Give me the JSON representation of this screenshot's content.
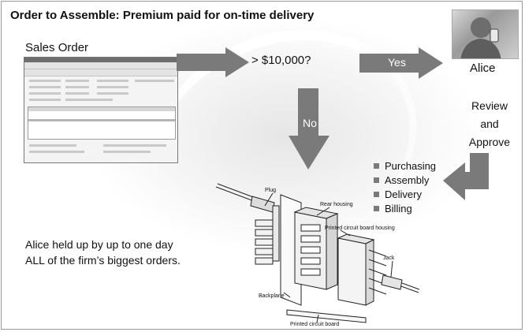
{
  "title": "Order to Assemble:  Premium paid for on-time delivery",
  "sales_order_label": "Sales Order",
  "condition": "> $10,000?",
  "yes_label": "Yes",
  "no_label": "No",
  "approver_name": "Alice",
  "review_label": [
    "Review",
    "and",
    "Approve"
  ],
  "downstream_steps": [
    "Purchasing",
    "Assembly",
    "Delivery",
    "Billing"
  ],
  "note_lines": [
    "Alice held up by up to one day",
    "ALL of the firm’s biggest orders."
  ],
  "drawing_labels": {
    "plug": "Plug",
    "rear_housing": "Rear housing",
    "pcb_housing": "Printed circuit board housing",
    "jack": "Jack",
    "backplane": "Backplane",
    "pcb": "Printed circuit board"
  },
  "colors": {
    "arrow": "#7a7a7a",
    "text": "#111111",
    "arrow_text": "#ffffff"
  },
  "icons": {
    "photo": "person-with-phone-photo",
    "screen": "sales-order-screenshot"
  }
}
